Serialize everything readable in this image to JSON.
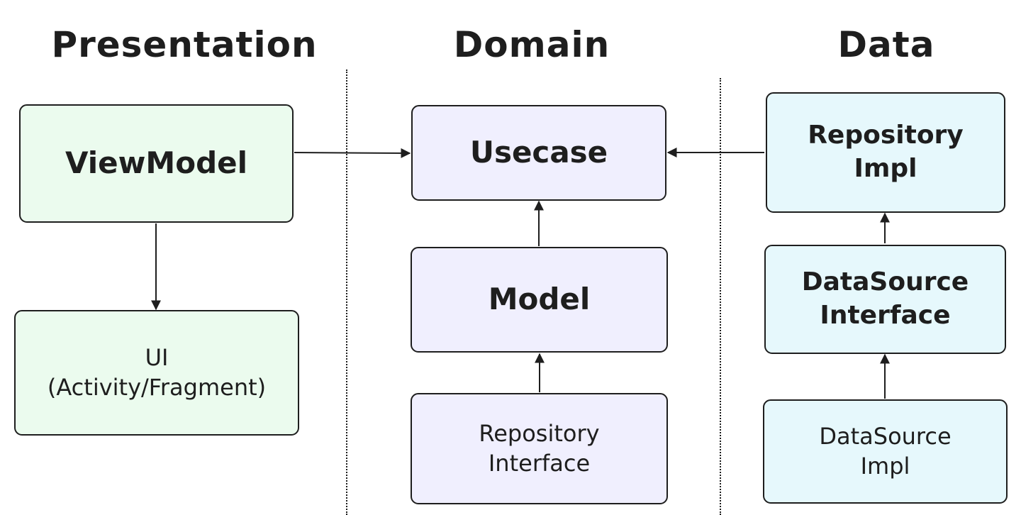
{
  "columns": {
    "presentation": "Presentation",
    "domain": "Domain",
    "data": "Data"
  },
  "nodes": {
    "viewmodel": "ViewModel",
    "ui": "UI\n(Activity/Fragment)",
    "usecase": "Usecase",
    "model": "Model",
    "repository_interface": "Repository\nInterface",
    "repository_impl": "Repository\nImpl",
    "datasource_interface": "DataSource\nInterface",
    "datasource_impl": "DataSource\nImpl"
  },
  "colors": {
    "presentation_fill": "#ebfbee",
    "domain_fill": "#f0effe",
    "data_fill": "#e6f8fc",
    "stroke": "#1e1e1e"
  },
  "connections": [
    {
      "from": "ViewModel",
      "to": "Usecase"
    },
    {
      "from": "ViewModel",
      "to": "UI\n(Activity/Fragment)"
    },
    {
      "from": "Model",
      "to": "Usecase"
    },
    {
      "from": "Repository\nInterface",
      "to": "Model"
    },
    {
      "from": "Repository\nImpl",
      "to": "Usecase"
    },
    {
      "from": "DataSource\nInterface",
      "to": "Repository\nImpl"
    },
    {
      "from": "DataSource\nImpl",
      "to": "DataSource\nInterface"
    }
  ]
}
